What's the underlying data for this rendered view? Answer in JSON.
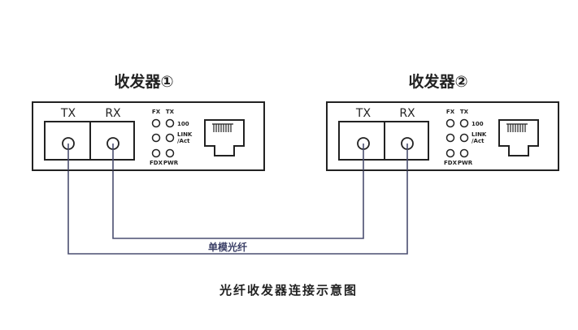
{
  "transceivers": [
    {
      "title": "收发器①",
      "tx_label": "TX",
      "rx_label": "RX",
      "led_labels": {
        "fx": "FX",
        "tx": "TX",
        "speed": "100",
        "link": "LINK",
        "act": "/Act",
        "fdx": "FDX",
        "pwr": "PWR"
      }
    },
    {
      "title": "收发器②",
      "tx_label": "TX",
      "rx_label": "RX",
      "led_labels": {
        "fx": "FX",
        "tx": "TX",
        "speed": "100",
        "link": "LINK",
        "act": "/Act",
        "fdx": "FDX",
        "pwr": "PWR"
      }
    }
  ],
  "fiber_label": "单模光纤",
  "caption": "光纤收发器连接示意图",
  "colors": {
    "line": "#222222",
    "fiber": "#4a4e70"
  }
}
